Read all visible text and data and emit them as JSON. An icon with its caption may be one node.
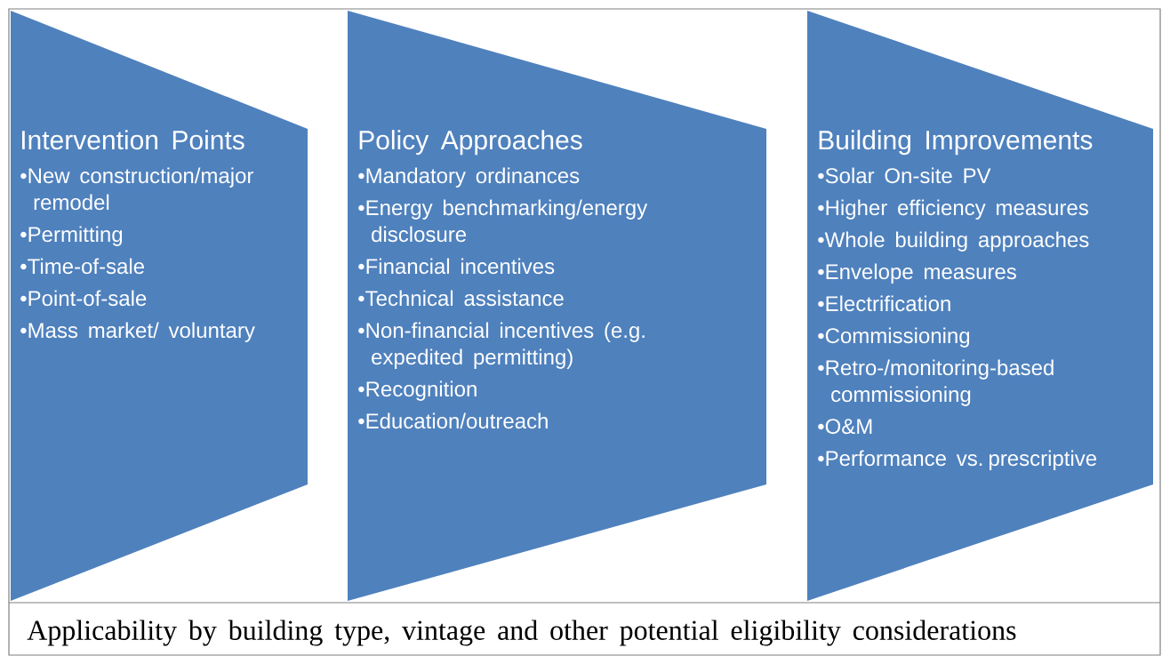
{
  "diagram": {
    "nodes": [
      {
        "text": [
          "Intervention Points",
          "•New construction/major remodel",
          "•Permitting",
          "•Time-of-sale",
          "•Point-of-sale",
          "•Mass market/ voluntary"
        ]
      },
      {
        "text": [
          "Policy Approaches",
          "•Mandatory ordinances",
          "•Energy benchmarking/energy disclosure",
          "•Financial incentives",
          "•Technical assistance",
          "•Non-financial incentives (e.g. expedited permitting)",
          "•Recognition",
          "•Education/outreach"
        ]
      },
      {
        "text": [
          "Building Improvements",
          "•Solar On-site PV",
          "•Higher efficiency measures",
          "•Whole building approaches",
          "•Envelope measures",
          "•Electrification",
          "•Commissioning",
          "•Retro-/monitoring-based commissioning",
          "•O&M",
          "•Performance vs. prescriptive"
        ]
      }
    ],
    "labels": [
      "Applicability by building type, vintage and other potential eligibility considerations"
    ]
  }
}
